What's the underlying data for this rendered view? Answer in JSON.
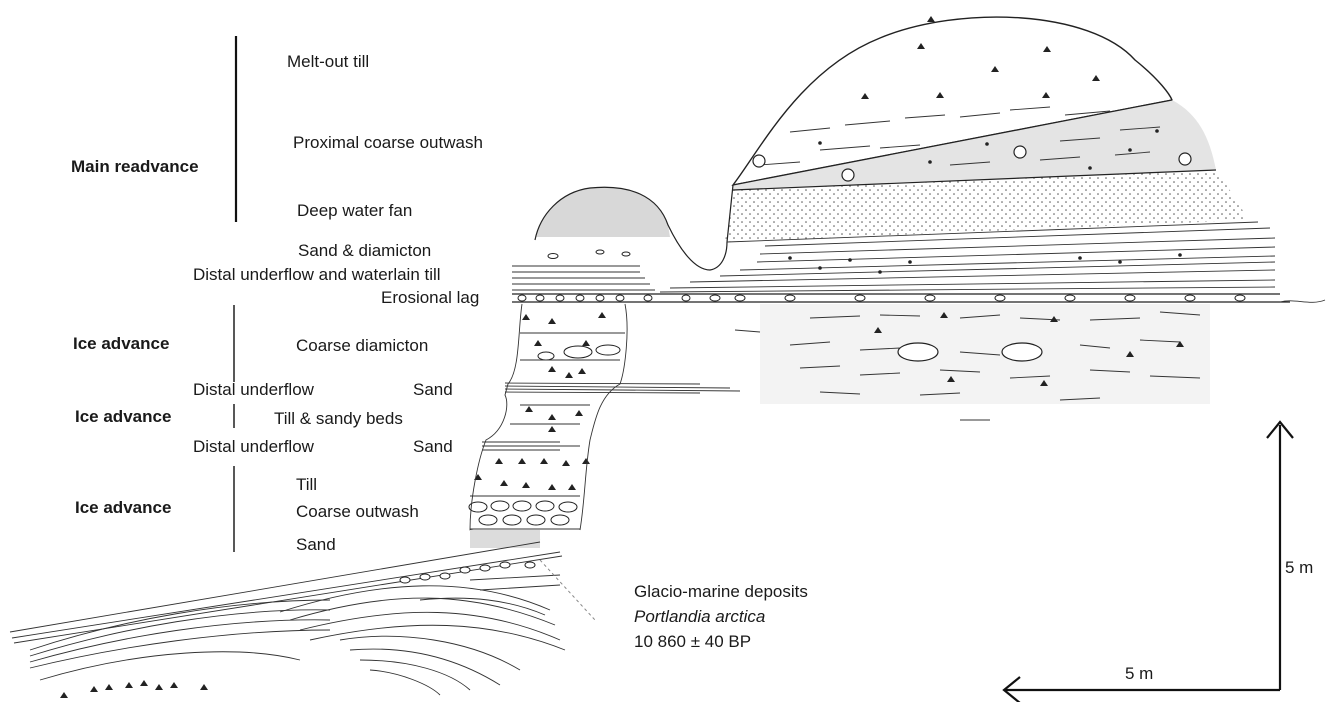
{
  "groups": {
    "main_readvance": "Main readvance",
    "ice_advance_1": "Ice advance",
    "ice_advance_2": "Ice advance",
    "ice_advance_3": "Ice advance"
  },
  "units": {
    "melt_out_till": "Melt-out till",
    "proximal_coarse_outwash": "Proximal coarse outwash",
    "deep_water_fan": "Deep water fan",
    "sand_diamicton": "Sand & diamicton",
    "distal_underflow_waterlain": "Distal underflow and waterlain till",
    "erosional_lag": "Erosional lag",
    "coarse_diamicton": "Coarse diamicton",
    "distal_underflow_1": "Distal underflow",
    "sand_1": "Sand",
    "till_sandy_beds": "Till & sandy beds",
    "distal_underflow_2": "Distal underflow",
    "sand_2": "Sand",
    "till": "Till",
    "coarse_outwash": "Coarse outwash",
    "sand_3": "Sand"
  },
  "glaciomarine": {
    "title": "Glacio-marine deposits",
    "species": "Portlandia arctica",
    "date": "10 860 ± 40 BP"
  },
  "scale": {
    "vertical": "5 m",
    "horizontal": "5 m"
  }
}
